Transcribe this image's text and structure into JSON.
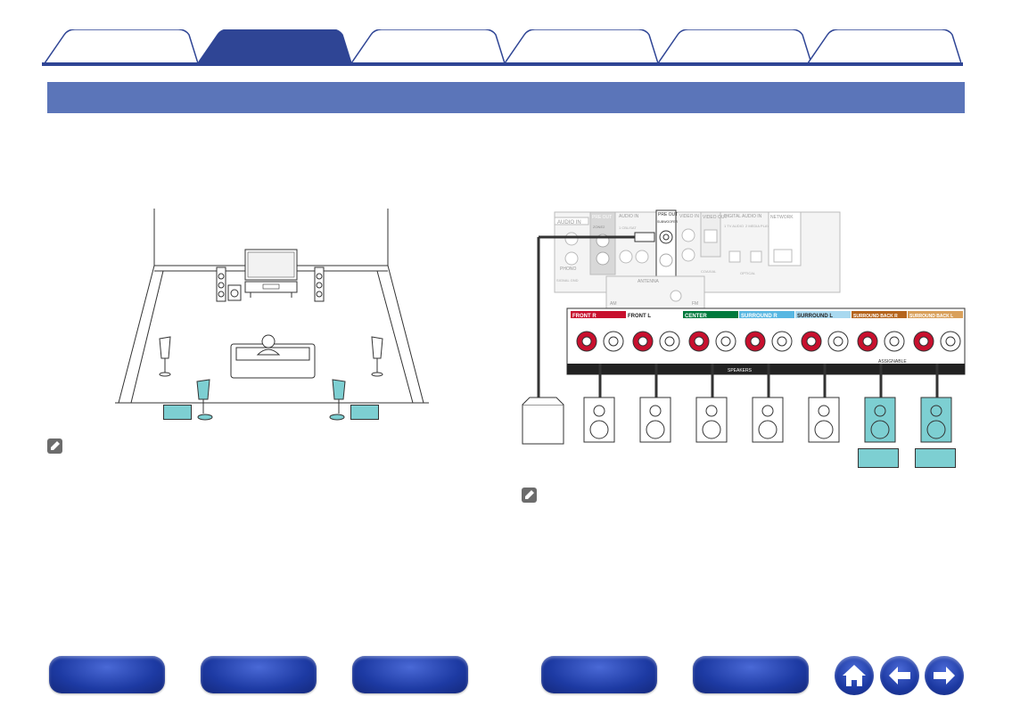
{
  "tabs": [
    {
      "label": ""
    },
    {
      "label": ""
    },
    {
      "label": ""
    },
    {
      "label": ""
    },
    {
      "label": ""
    },
    {
      "label": ""
    }
  ],
  "banner": {
    "title": ""
  },
  "colors": {
    "tab_fill": "#ffffff",
    "tab_active_fill": "#2f4595",
    "tab_border": "#2f4595",
    "banner": "#5b75b9",
    "highlight_speaker": "#7dcfd2",
    "front_r": "#c8102e",
    "center": "#007a3d",
    "surround": "#58b7e2",
    "surround_back": "#b5651d"
  },
  "panel": {
    "labels": {
      "audio_in": "AUDIO IN",
      "pre_out": "PRE OUT",
      "audio_in2": "AUDIO IN",
      "pre_out_sub": "PRE OUT",
      "video_in": "VIDEO IN",
      "video_out": "VIDEO OUT",
      "digital_audio_in": "DIGITAL AUDIO IN",
      "network": "NETWORK",
      "phono": "PHONO",
      "signal_gnd": "SIGNAL GND",
      "antenna": "ANTENNA",
      "am": "AM",
      "fm": "FM",
      "subwoofer": "SUBWOOFER",
      "zone2": "ZONE2",
      "cbl_sat": "1 CBL/SAT",
      "media_player": "2 MEDIA PLAYER",
      "tv_audio": "1 TV AUDIO",
      "coaxial": "COAXIAL",
      "optical": "OPTICAL",
      "speakers": "SPEAKERS",
      "assignable": "ASSIGNABLE"
    },
    "speaker_terminals": [
      {
        "label": "FRONT R",
        "color": "#c8102e"
      },
      {
        "label": "FRONT L",
        "color": "#ffffff"
      },
      {
        "label": "CENTER",
        "color": "#007a3d"
      },
      {
        "label": "SURROUND R",
        "color": "#58b7e2"
      },
      {
        "label": "SURROUND L",
        "color": "#ffffff"
      },
      {
        "label": "SURROUND BACK R",
        "color": "#b5651d"
      },
      {
        "label": "SURROUND BACK L",
        "color": "#d9a05b"
      }
    ]
  },
  "bottom_nav": [
    {
      "label": ""
    },
    {
      "label": ""
    },
    {
      "label": ""
    },
    {
      "label": ""
    },
    {
      "label": ""
    }
  ],
  "nav_icons": [
    "home-icon",
    "back-arrow-icon",
    "forward-arrow-icon"
  ]
}
